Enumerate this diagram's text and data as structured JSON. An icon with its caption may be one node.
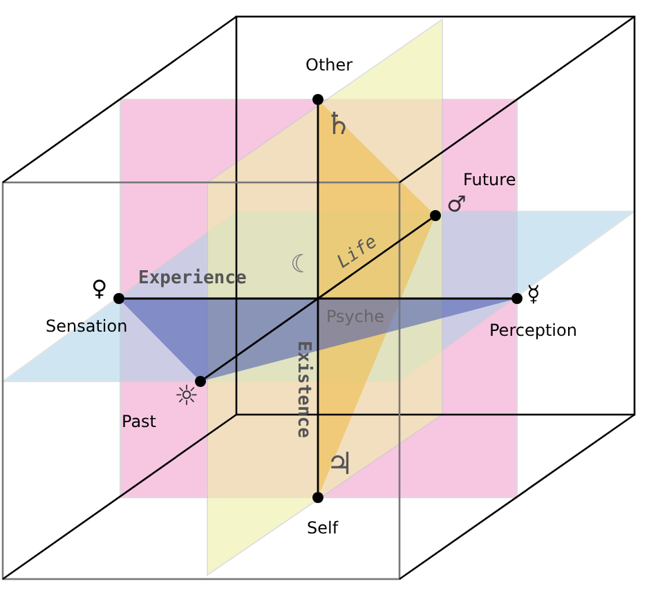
{
  "diagram": {
    "nodes": [
      {
        "text": [],
        "shape": "circle",
        "beside": [
          "Other",
          "♄"
        ]
      },
      {
        "text": [],
        "shape": "circle",
        "beside": [
          "Future",
          "♂"
        ]
      },
      {
        "text": [],
        "shape": "circle",
        "beside": [
          "♀",
          "Sensation"
        ]
      },
      {
        "text": [],
        "shape": "circle",
        "beside": [
          "☿",
          "Perception"
        ]
      },
      {
        "text": [],
        "shape": "circle",
        "beside": [
          "☼",
          "Past"
        ]
      },
      {
        "text": [],
        "shape": "circle",
        "beside": [
          "♃",
          "Self"
        ]
      }
    ],
    "edges": [
      {
        "from": 0,
        "to": 5,
        "arrow": "none",
        "label": "Existence"
      },
      {
        "from": 2,
        "to": 3,
        "arrow": "none",
        "label": "Experience"
      },
      {
        "from": 4,
        "to": 1,
        "arrow": "none",
        "label": "Life"
      }
    ],
    "labels": [
      "☾",
      "Psyche"
    ]
  }
}
